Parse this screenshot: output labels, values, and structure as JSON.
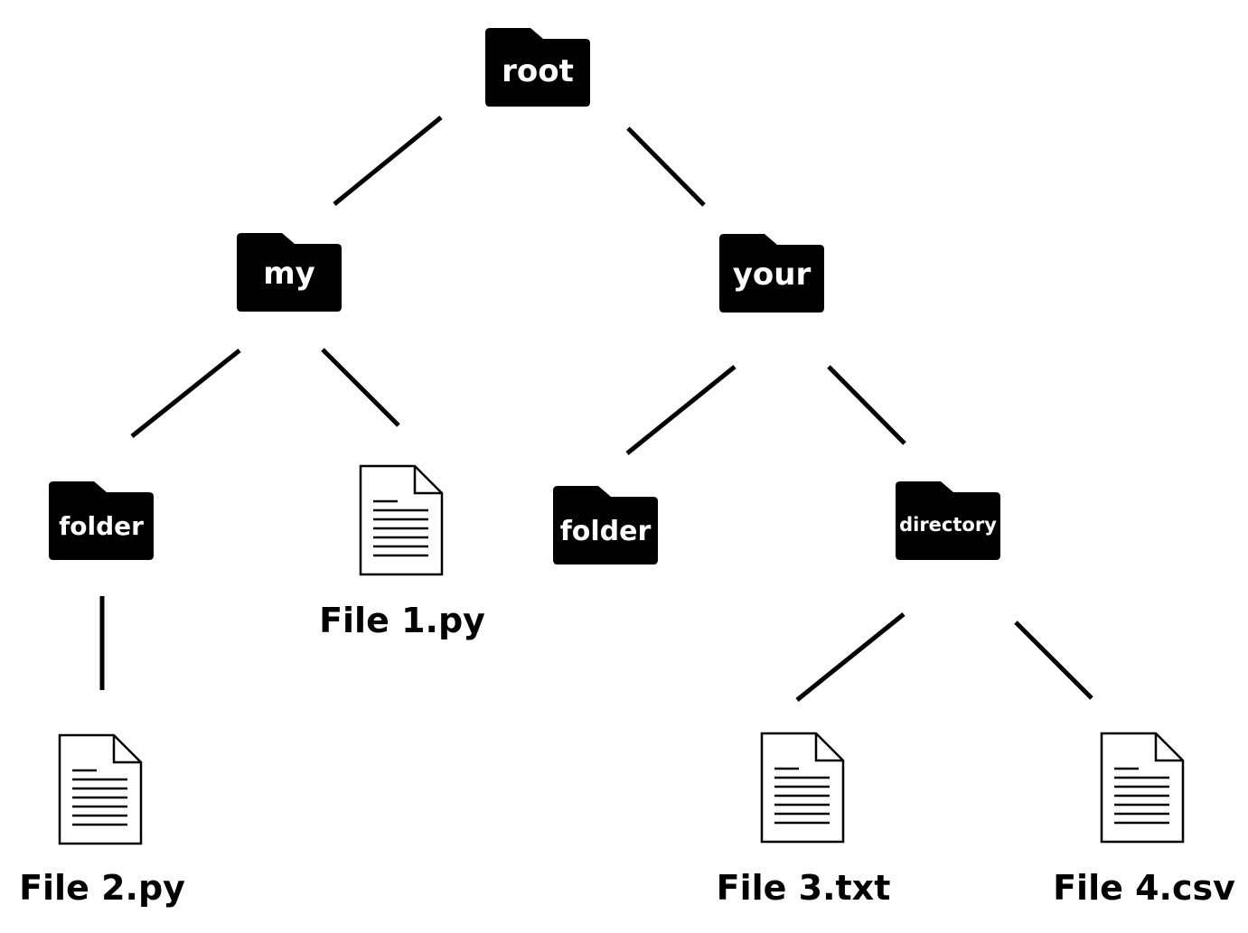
{
  "diagram": {
    "nodes": {
      "root": {
        "label": "root",
        "kind": "folder"
      },
      "my": {
        "label": "my",
        "kind": "folder"
      },
      "your": {
        "label": "your",
        "kind": "folder"
      },
      "my_folder": {
        "label": "folder",
        "kind": "folder"
      },
      "your_folder": {
        "label": "folder",
        "kind": "folder"
      },
      "directory": {
        "label": "directory",
        "kind": "folder"
      },
      "file1": {
        "label": "File 1.py",
        "kind": "file"
      },
      "file2": {
        "label": "File 2.py",
        "kind": "file"
      },
      "file3": {
        "label": "File 3.txt",
        "kind": "file"
      },
      "file4": {
        "label": "File 4.csv",
        "kind": "file"
      }
    },
    "edges": [
      [
        "root",
        "my"
      ],
      [
        "root",
        "your"
      ],
      [
        "my",
        "my_folder"
      ],
      [
        "my",
        "file1"
      ],
      [
        "my_folder",
        "file2"
      ],
      [
        "your",
        "your_folder"
      ],
      [
        "your",
        "directory"
      ],
      [
        "directory",
        "file3"
      ],
      [
        "directory",
        "file4"
      ]
    ],
    "colors": {
      "folder_fill": "#000000",
      "folder_text": "#ffffff",
      "line": "#000000",
      "file_fill": "#ffffff"
    },
    "icons": {
      "folder": "folder-icon",
      "file": "document-icon"
    }
  }
}
